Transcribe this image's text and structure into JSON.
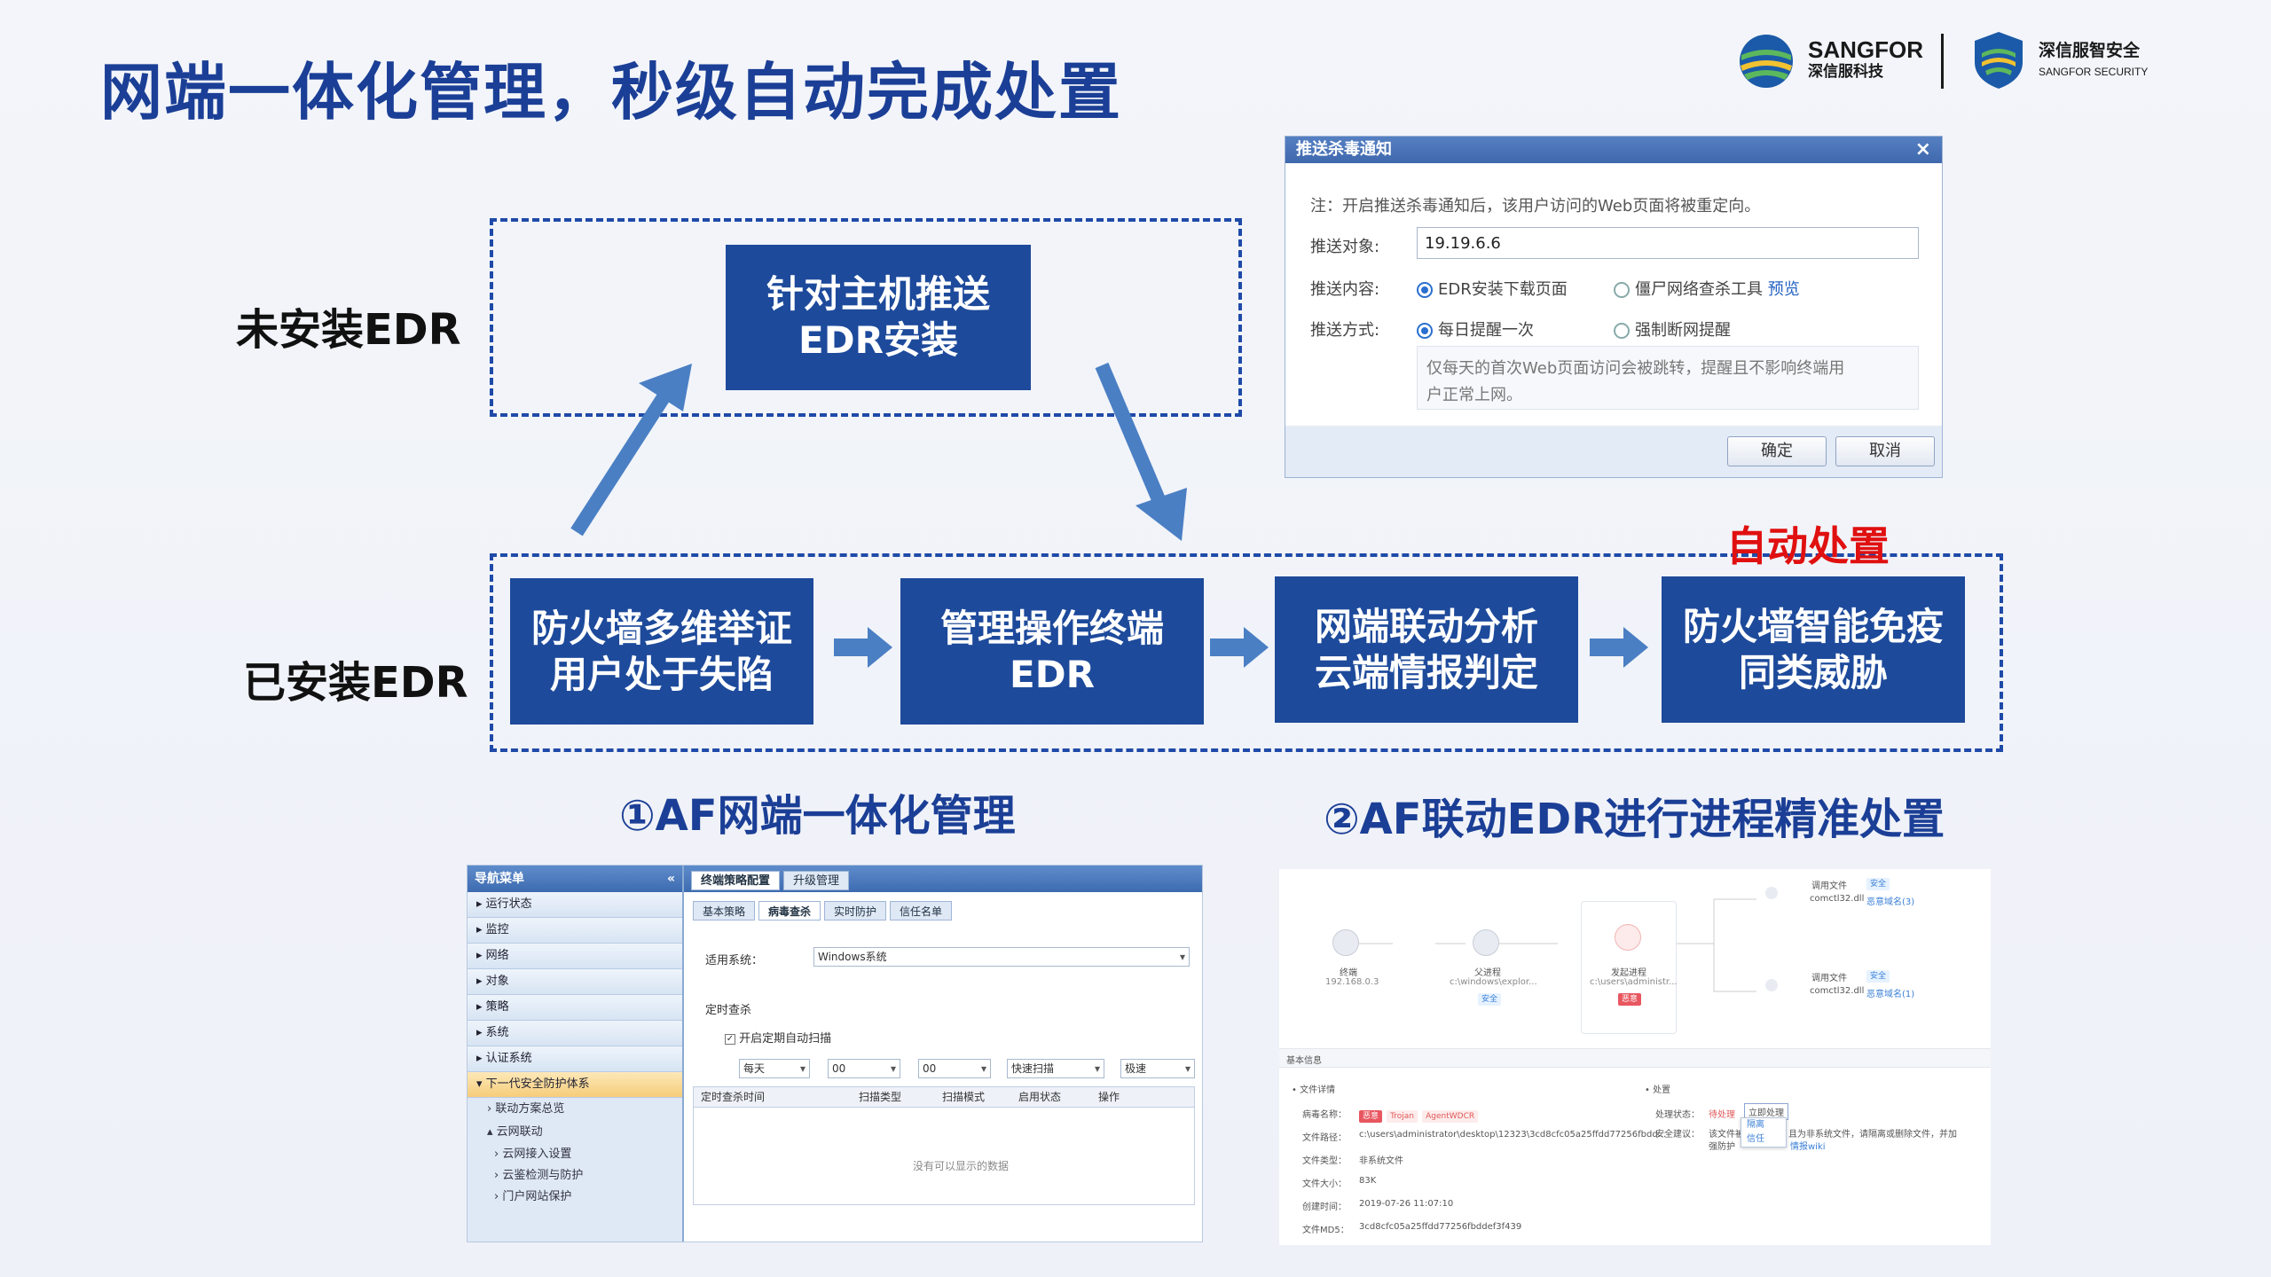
{
  "title": "网端一体化管理，秒级自动完成处置",
  "logos": {
    "sangfor_main": "SANGFOR",
    "sangfor_sub": "深信服科技",
    "security_main": "深信服智安全",
    "security_sub": "SANGFOR SECURITY"
  },
  "flow": {
    "row_no_edr": "未安装EDR",
    "row_edr": "已安装EDR",
    "push_box": [
      "针对主机推送",
      "EDR安装"
    ],
    "steps": [
      [
        "防火墙多维举证",
        "用户处于失陷"
      ],
      [
        "管理操作终端",
        "EDR"
      ],
      [
        "网端联动分析",
        "云端情报判定"
      ],
      [
        "防火墙智能免疫",
        "同类威胁"
      ]
    ],
    "auto_label": "自动处置",
    "caption_left": "①AF网端一体化管理",
    "caption_right": "②AF联动EDR进行进程精准处置"
  },
  "dialog": {
    "title": "推送杀毒通知",
    "close": "×",
    "note": "注：开启推送杀毒通知后，该用户访问的Web页面将被重定向。",
    "target_label": "推送对象:",
    "target_value": "19.19.6.6",
    "content_label": "推送内容:",
    "content_opt1": "EDR安装下载页面",
    "content_opt2": "僵尸网络查杀工具",
    "content_preview": "预览",
    "mode_label": "推送方式:",
    "mode_opt1": "每日提醒一次",
    "mode_opt2": "强制断网提醒",
    "mode_desc_1": "仅每天的首次Web页面访问会被跳转，提醒且不影响终端用",
    "mode_desc_2": "户正常上网。",
    "ok": "确定",
    "cancel": "取消"
  },
  "shot_left": {
    "nav_title": "导航菜单",
    "nav_collapse": "«",
    "nav_items": [
      "运行状态",
      "监控",
      "网络",
      "对象",
      "策略",
      "系统",
      "认证系统",
      "下一代安全防护体系"
    ],
    "nav_sub_1": "联动方案总览",
    "nav_sub_2": "云网联动",
    "nav_sub_children": [
      "云网接入设置",
      "云鉴检测与防护",
      "门户网站保护"
    ],
    "top_tabs": [
      "终端策略配置",
      "升级管理"
    ],
    "sub_tabs": [
      "基本策略",
      "病毒查杀",
      "实时防护",
      "信任名单"
    ],
    "os_label": "适用系统：",
    "os_value": "Windows系统",
    "section": "定时查杀",
    "checkbox_label": "开启定期自动扫描",
    "selects": [
      "每天",
      "00",
      "00",
      "快速扫描",
      "极速"
    ],
    "cols": [
      "定时查杀时间",
      "扫描类型",
      "扫描模式",
      "启用状态",
      "操作"
    ],
    "empty": "没有可以显示的数据"
  },
  "shot_right": {
    "nodes": [
      {
        "name": "终端",
        "sub": "192.168.0.3"
      },
      {
        "name": "父进程",
        "sub": "c:\\windows\\explor...",
        "tag": "安全"
      },
      {
        "name": "发起进程",
        "sub": "c:\\users\\administr...",
        "tag": "恶意"
      }
    ],
    "calls": [
      {
        "label": "调用文件",
        "tag": "安全",
        "file": "comctl32.dll",
        "link": "恶意域名(3)"
      },
      {
        "label": "调用文件",
        "tag": "安全",
        "file": "comctl32.dll",
        "link": "恶意域名(1)"
      }
    ],
    "section": "基本信息",
    "file_section": "• 文件详情",
    "handle_section": "• 处置",
    "fields": [
      {
        "k": "病毒名称：",
        "v": ""
      },
      {
        "k": "文件路径：",
        "v": "c:\\users\\administrator\\desktop\\12323\\3cd8cfc05a25ffdd77256fbdd..."
      },
      {
        "k": "文件类型：",
        "v": "非系统文件"
      },
      {
        "k": "文件大小：",
        "v": "83K"
      },
      {
        "k": "创建时间：",
        "v": "2019-07-26 11:07:10"
      },
      {
        "k": "文件MD5：",
        "v": "3cd8cfc05a25ffdd77256fbddef3f439"
      }
    ],
    "virus_tags": [
      "恶意",
      "Trojan",
      "AgentWDCR"
    ],
    "handle_state_label": "处理状态：",
    "handle_state": "待处理",
    "handle_btn": "立即处理",
    "advice_label": "安全建议：",
    "advice_1": "该文件被",
    "advice_2": "且为非系统文件，请隔离或删除文件，并加",
    "advice_3": "强防护",
    "menu_items": [
      "隔离",
      "信任"
    ],
    "wiki": "情报wiki"
  }
}
